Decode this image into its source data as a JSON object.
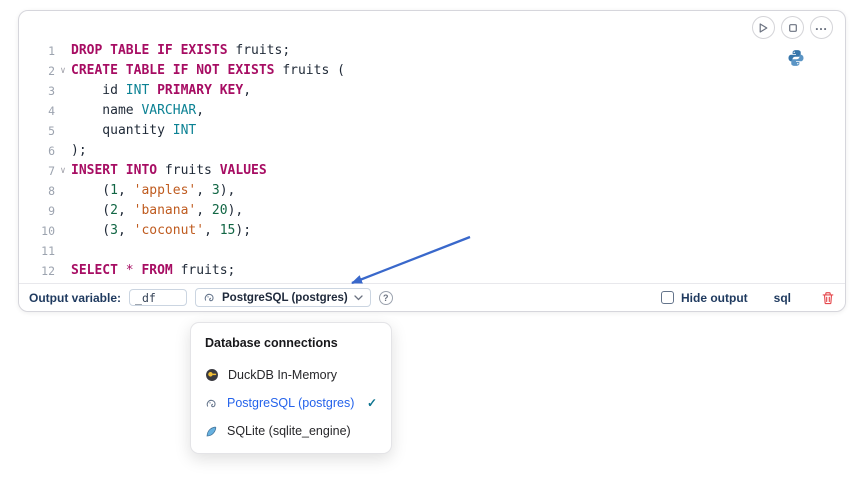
{
  "colors": {
    "keyword": "#a70d63",
    "type": "#0c8294",
    "string": "#bf5b1f",
    "number": "#116644",
    "text": "#1f2937",
    "line_number": "#9ca3af",
    "label": "#1f3a5f",
    "link_blue": "#2563eb",
    "check": "#0e7490",
    "arrow_blue": "#3968cb",
    "trash_red": "#e5484d",
    "icon_gray": "#6b7280",
    "border": "#d6d6dc",
    "python_dark": "#3776ab",
    "python_light": "#5b95c5"
  },
  "icons": {
    "more_glyph": "…",
    "help_glyph": "?",
    "check_glyph": "✓",
    "fold_glyph": "∨"
  },
  "editor": {
    "lines": [
      {
        "n": "1",
        "fold": false,
        "tokens": [
          [
            "kw",
            "DROP TABLE IF EXISTS"
          ],
          [
            "pl",
            " fruits;"
          ]
        ]
      },
      {
        "n": "2",
        "fold": true,
        "tokens": [
          [
            "kw",
            "CREATE TABLE IF NOT EXISTS"
          ],
          [
            "pl",
            " fruits ("
          ]
        ]
      },
      {
        "n": "3",
        "fold": false,
        "tokens": [
          [
            "pl",
            "    id "
          ],
          [
            "ty",
            "INT"
          ],
          [
            "pl",
            " "
          ],
          [
            "kw",
            "PRIMARY KEY"
          ],
          [
            "pl",
            ","
          ]
        ]
      },
      {
        "n": "4",
        "fold": false,
        "tokens": [
          [
            "pl",
            "    name "
          ],
          [
            "ty",
            "VARCHAR"
          ],
          [
            "pl",
            ","
          ]
        ]
      },
      {
        "n": "5",
        "fold": false,
        "tokens": [
          [
            "pl",
            "    quantity "
          ],
          [
            "ty",
            "INT"
          ]
        ]
      },
      {
        "n": "6",
        "fold": false,
        "tokens": [
          [
            "pl",
            ");"
          ]
        ]
      },
      {
        "n": "7",
        "fold": true,
        "tokens": [
          [
            "kw",
            "INSERT INTO"
          ],
          [
            "pl",
            " fruits "
          ],
          [
            "kw",
            "VALUES"
          ]
        ]
      },
      {
        "n": "8",
        "fold": false,
        "tokens": [
          [
            "pl",
            "    ("
          ],
          [
            "nu",
            "1"
          ],
          [
            "pl",
            ", "
          ],
          [
            "st",
            "'apples'"
          ],
          [
            "pl",
            ", "
          ],
          [
            "nu",
            "3"
          ],
          [
            "pl",
            "),"
          ]
        ]
      },
      {
        "n": "9",
        "fold": false,
        "tokens": [
          [
            "pl",
            "    ("
          ],
          [
            "nu",
            "2"
          ],
          [
            "pl",
            ", "
          ],
          [
            "st",
            "'banana'"
          ],
          [
            "pl",
            ", "
          ],
          [
            "nu",
            "20"
          ],
          [
            "pl",
            "),"
          ]
        ]
      },
      {
        "n": "10",
        "fold": false,
        "tokens": [
          [
            "pl",
            "    ("
          ],
          [
            "nu",
            "3"
          ],
          [
            "pl",
            ", "
          ],
          [
            "st",
            "'coconut'"
          ],
          [
            "pl",
            ", "
          ],
          [
            "nu",
            "15"
          ],
          [
            "pl",
            ");"
          ]
        ]
      },
      {
        "n": "11",
        "fold": false,
        "tokens": [
          [
            "pl",
            ""
          ]
        ]
      },
      {
        "n": "12",
        "fold": false,
        "tokens": [
          [
            "kw",
            "SELECT"
          ],
          [
            "pl",
            " "
          ],
          [
            "op",
            "*"
          ],
          [
            "pl",
            " "
          ],
          [
            "kw",
            "FROM"
          ],
          [
            "pl",
            " fruits;"
          ]
        ]
      }
    ]
  },
  "footer": {
    "output_variable_label": "Output variable:",
    "output_variable_value": "_df",
    "connection_label": "PostgreSQL (postgres)",
    "hide_output_label": "Hide output",
    "language_label": "sql"
  },
  "connections_menu": {
    "title": "Database connections",
    "items": [
      {
        "label": "DuckDB In-Memory",
        "selected": false
      },
      {
        "label": "PostgreSQL (postgres)",
        "selected": true
      },
      {
        "label": "SQLite (sqlite_engine)",
        "selected": false
      }
    ]
  }
}
